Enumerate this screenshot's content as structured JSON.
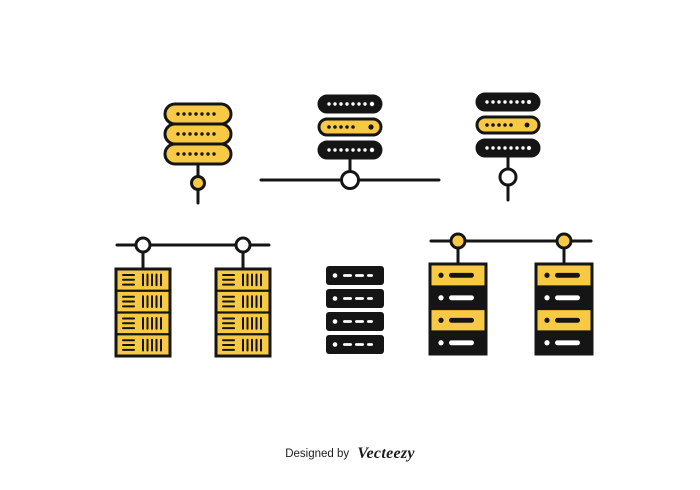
{
  "page": {
    "background_color": "#ffffff",
    "description": "Server and database vector icon set"
  },
  "colors": {
    "yellow": "#f7c944",
    "black": "#151515",
    "white": "#ffffff",
    "text": "#1c1c1c"
  },
  "credit": {
    "prefix": "Designed by",
    "brand": "Vecteezy"
  },
  "icons": [
    {
      "id": "server-stack-yellow-icon",
      "label": "yellow rounded server stack with node"
    },
    {
      "id": "server-network-icon",
      "label": "server bars on horizontal network line with node"
    },
    {
      "id": "server-node-icon",
      "label": "server bars with vertical line and node"
    },
    {
      "id": "server-towers-yellow-icon",
      "label": "two yellow server towers linked by network line with nodes"
    },
    {
      "id": "server-tower-black-icon",
      "label": "black server tower with indicator lights"
    },
    {
      "id": "server-towers-striped-icon",
      "label": "two striped server towers linked by network line with nodes"
    }
  ]
}
